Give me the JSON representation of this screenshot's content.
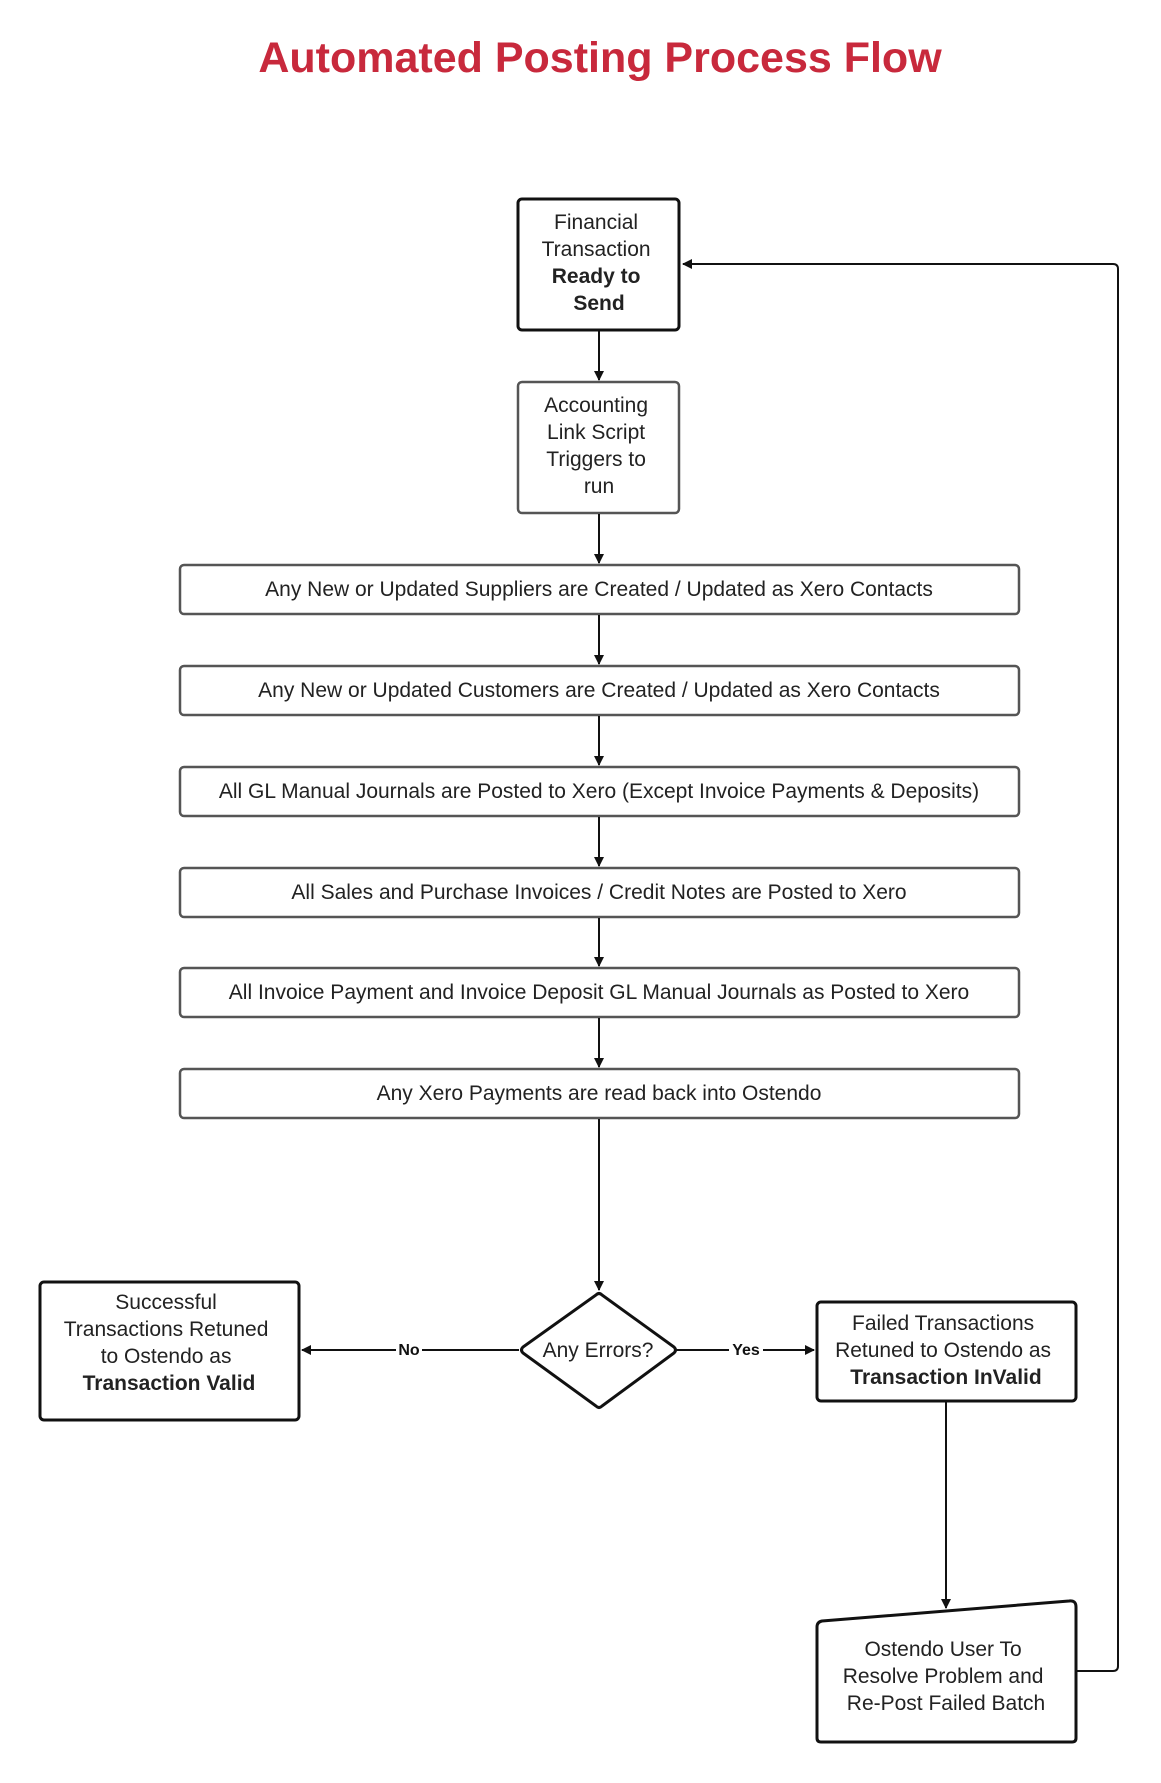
{
  "title": "Automated Posting Process Flow",
  "colors": {
    "title": "#C8293C",
    "box_border_dark": "#111111",
    "box_border_gray": "#555555",
    "arrow": "#111111"
  },
  "nodes": {
    "financial_transaction": {
      "lines": [
        "Financial",
        "Transaction"
      ],
      "bold_lines": [
        "Ready to",
        "Send"
      ]
    },
    "accounting_link": {
      "lines": [
        "Accounting",
        "Link Script",
        "Triggers to",
        "run"
      ]
    },
    "suppliers": {
      "text": "Any New or Updated Suppliers are Created / Updated as Xero Contacts"
    },
    "customers": {
      "text": "Any New or Updated Customers are Created / Updated as Xero Contacts"
    },
    "gl_journals": {
      "text": "All GL Manual Journals are Posted to Xero (Except Invoice Payments & Deposits)"
    },
    "invoices": {
      "text": "All Sales and Purchase Invoices / Credit Notes are Posted to Xero"
    },
    "payment_journals": {
      "text": "All Invoice Payment and Invoice Deposit GL Manual Journals as Posted to Xero"
    },
    "xero_payments": {
      "text": "Any Xero Payments are read back into Ostendo"
    },
    "decision": {
      "text": "Any Errors?"
    },
    "successful": {
      "lines": [
        "Successful",
        "Transactions Retuned",
        "to Ostendo as"
      ],
      "bold_lines": [
        "Transaction Valid"
      ]
    },
    "failed": {
      "lines": [
        "Failed Transactions",
        "Retuned to Ostendo as"
      ],
      "bold_lines": [
        "Transaction InValid"
      ]
    },
    "resolve": {
      "lines": [
        "Ostendo User To",
        "Resolve Problem and",
        "Re-Post Failed Batch"
      ]
    }
  },
  "edges": {
    "no_label": "No",
    "yes_label": "Yes"
  }
}
